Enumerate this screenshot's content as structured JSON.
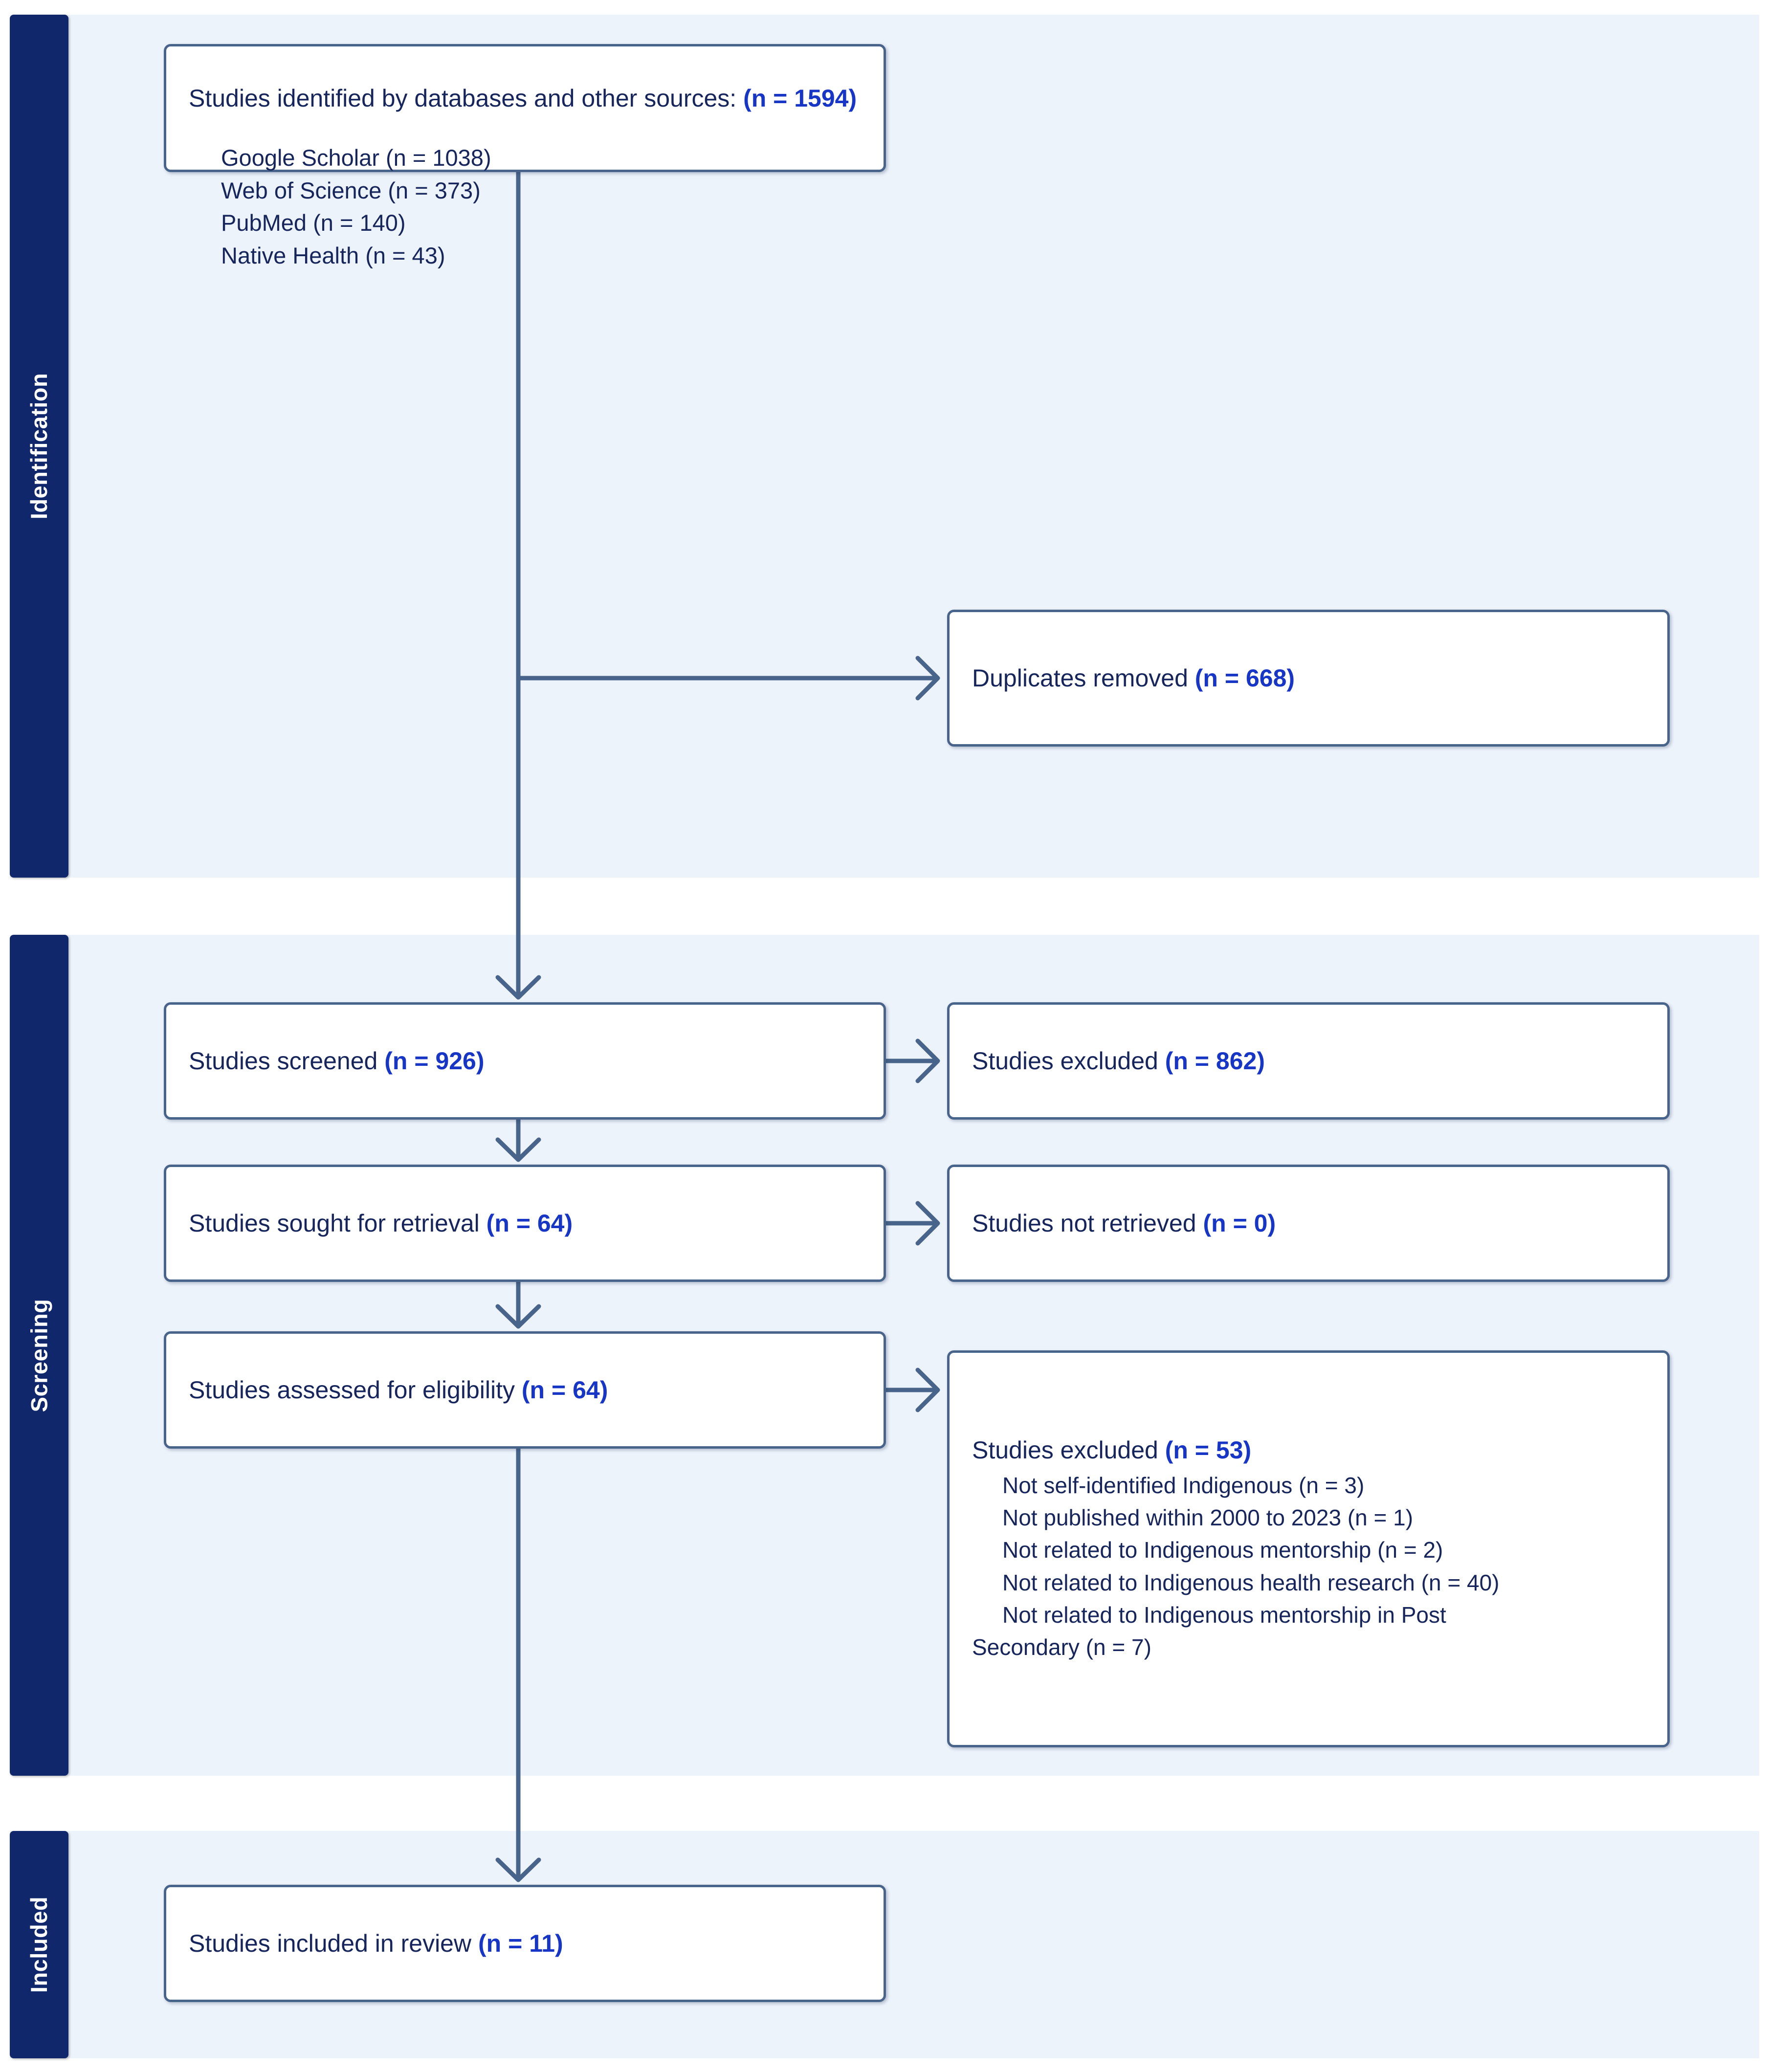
{
  "diagram": {
    "title": "PRISMA flow diagram",
    "colors": {
      "band_background": "#EDF3FB",
      "phase_tab": "#10276B",
      "box_border": "#49648A",
      "text": "#16255C",
      "count_accent": "#1836C6"
    }
  },
  "phases": [
    {
      "id": "identification",
      "label": "Identification"
    },
    {
      "id": "screening",
      "label": "Screening"
    },
    {
      "id": "included",
      "label": "Included"
    }
  ],
  "boxes": {
    "identified": {
      "label": "Studies identified by databases and other sources:",
      "count": "(n = 1594)",
      "sources": [
        "Google Scholar (n = 1038)",
        "Web of Science (n = 373)",
        "PubMed (n = 140)",
        "Native Health (n = 43)"
      ]
    },
    "duplicates": {
      "label": "Duplicates removed",
      "count": "(n = 668)"
    },
    "screened": {
      "label": "Studies screened",
      "count": "(n = 926)"
    },
    "excluded_screening": {
      "label": "Studies excluded",
      "count": "(n = 862)"
    },
    "sought": {
      "label": "Studies sought for retrieval",
      "count": "(n = 64)"
    },
    "not_retrieved": {
      "label": "Studies not retrieved",
      "count": "(n = 0)"
    },
    "eligibility": {
      "label": "Studies assessed for eligibility",
      "count": "(n = 64)"
    },
    "excluded_eligibility": {
      "label": "Studies excluded",
      "count": "(n = 53)",
      "reasons": [
        "Not self-identified Indigenous (n = 3)",
        "Not published within 2000 to 2023 (n = 1)",
        "Not related to Indigenous mentorship (n = 2)",
        "Not related to Indigenous health research (n = 40)",
        "Not related to Indigenous mentorship in Post",
        "Secondary (n = 7)"
      ]
    },
    "included": {
      "label": "Studies included in review",
      "count": "(n = 11)"
    }
  },
  "chart_data": {
    "type": "flow",
    "title": "PRISMA flow diagram",
    "nodes": [
      {
        "id": "identified",
        "phase": "Identification",
        "label": "Studies identified by databases and other sources",
        "n": 1594
      },
      {
        "id": "duplicates",
        "phase": "Identification",
        "label": "Duplicates removed",
        "n": 668
      },
      {
        "id": "screened",
        "phase": "Screening",
        "label": "Studies screened",
        "n": 926
      },
      {
        "id": "excluded_screening",
        "phase": "Screening",
        "label": "Studies excluded",
        "n": 862
      },
      {
        "id": "sought",
        "phase": "Screening",
        "label": "Studies sought for retrieval",
        "n": 64
      },
      {
        "id": "not_retrieved",
        "phase": "Screening",
        "label": "Studies not retrieved",
        "n": 0
      },
      {
        "id": "eligibility",
        "phase": "Screening",
        "label": "Studies assessed for eligibility",
        "n": 64
      },
      {
        "id": "excluded_eligibility",
        "phase": "Screening",
        "label": "Studies excluded",
        "n": 53
      },
      {
        "id": "included",
        "phase": "Included",
        "label": "Studies included in review",
        "n": 11
      }
    ],
    "sources": [
      {
        "name": "Google Scholar",
        "n": 1038
      },
      {
        "name": "Web of Science",
        "n": 373
      },
      {
        "name": "PubMed",
        "n": 140
      },
      {
        "name": "Native Health",
        "n": 43
      }
    ],
    "exclusion_reasons": [
      {
        "reason": "Not self-identified Indigenous",
        "n": 3
      },
      {
        "reason": "Not published within 2000 to 2023",
        "n": 1
      },
      {
        "reason": "Not related to Indigenous mentorship",
        "n": 2
      },
      {
        "reason": "Not related to Indigenous health research",
        "n": 40
      },
      {
        "reason": "Not related to Indigenous mentorship in Post Secondary",
        "n": 7
      }
    ],
    "edges": [
      {
        "from": "identified",
        "to": "duplicates"
      },
      {
        "from": "identified",
        "to": "screened"
      },
      {
        "from": "screened",
        "to": "excluded_screening"
      },
      {
        "from": "screened",
        "to": "sought"
      },
      {
        "from": "sought",
        "to": "not_retrieved"
      },
      {
        "from": "sought",
        "to": "eligibility"
      },
      {
        "from": "eligibility",
        "to": "excluded_eligibility"
      },
      {
        "from": "eligibility",
        "to": "included"
      }
    ]
  }
}
